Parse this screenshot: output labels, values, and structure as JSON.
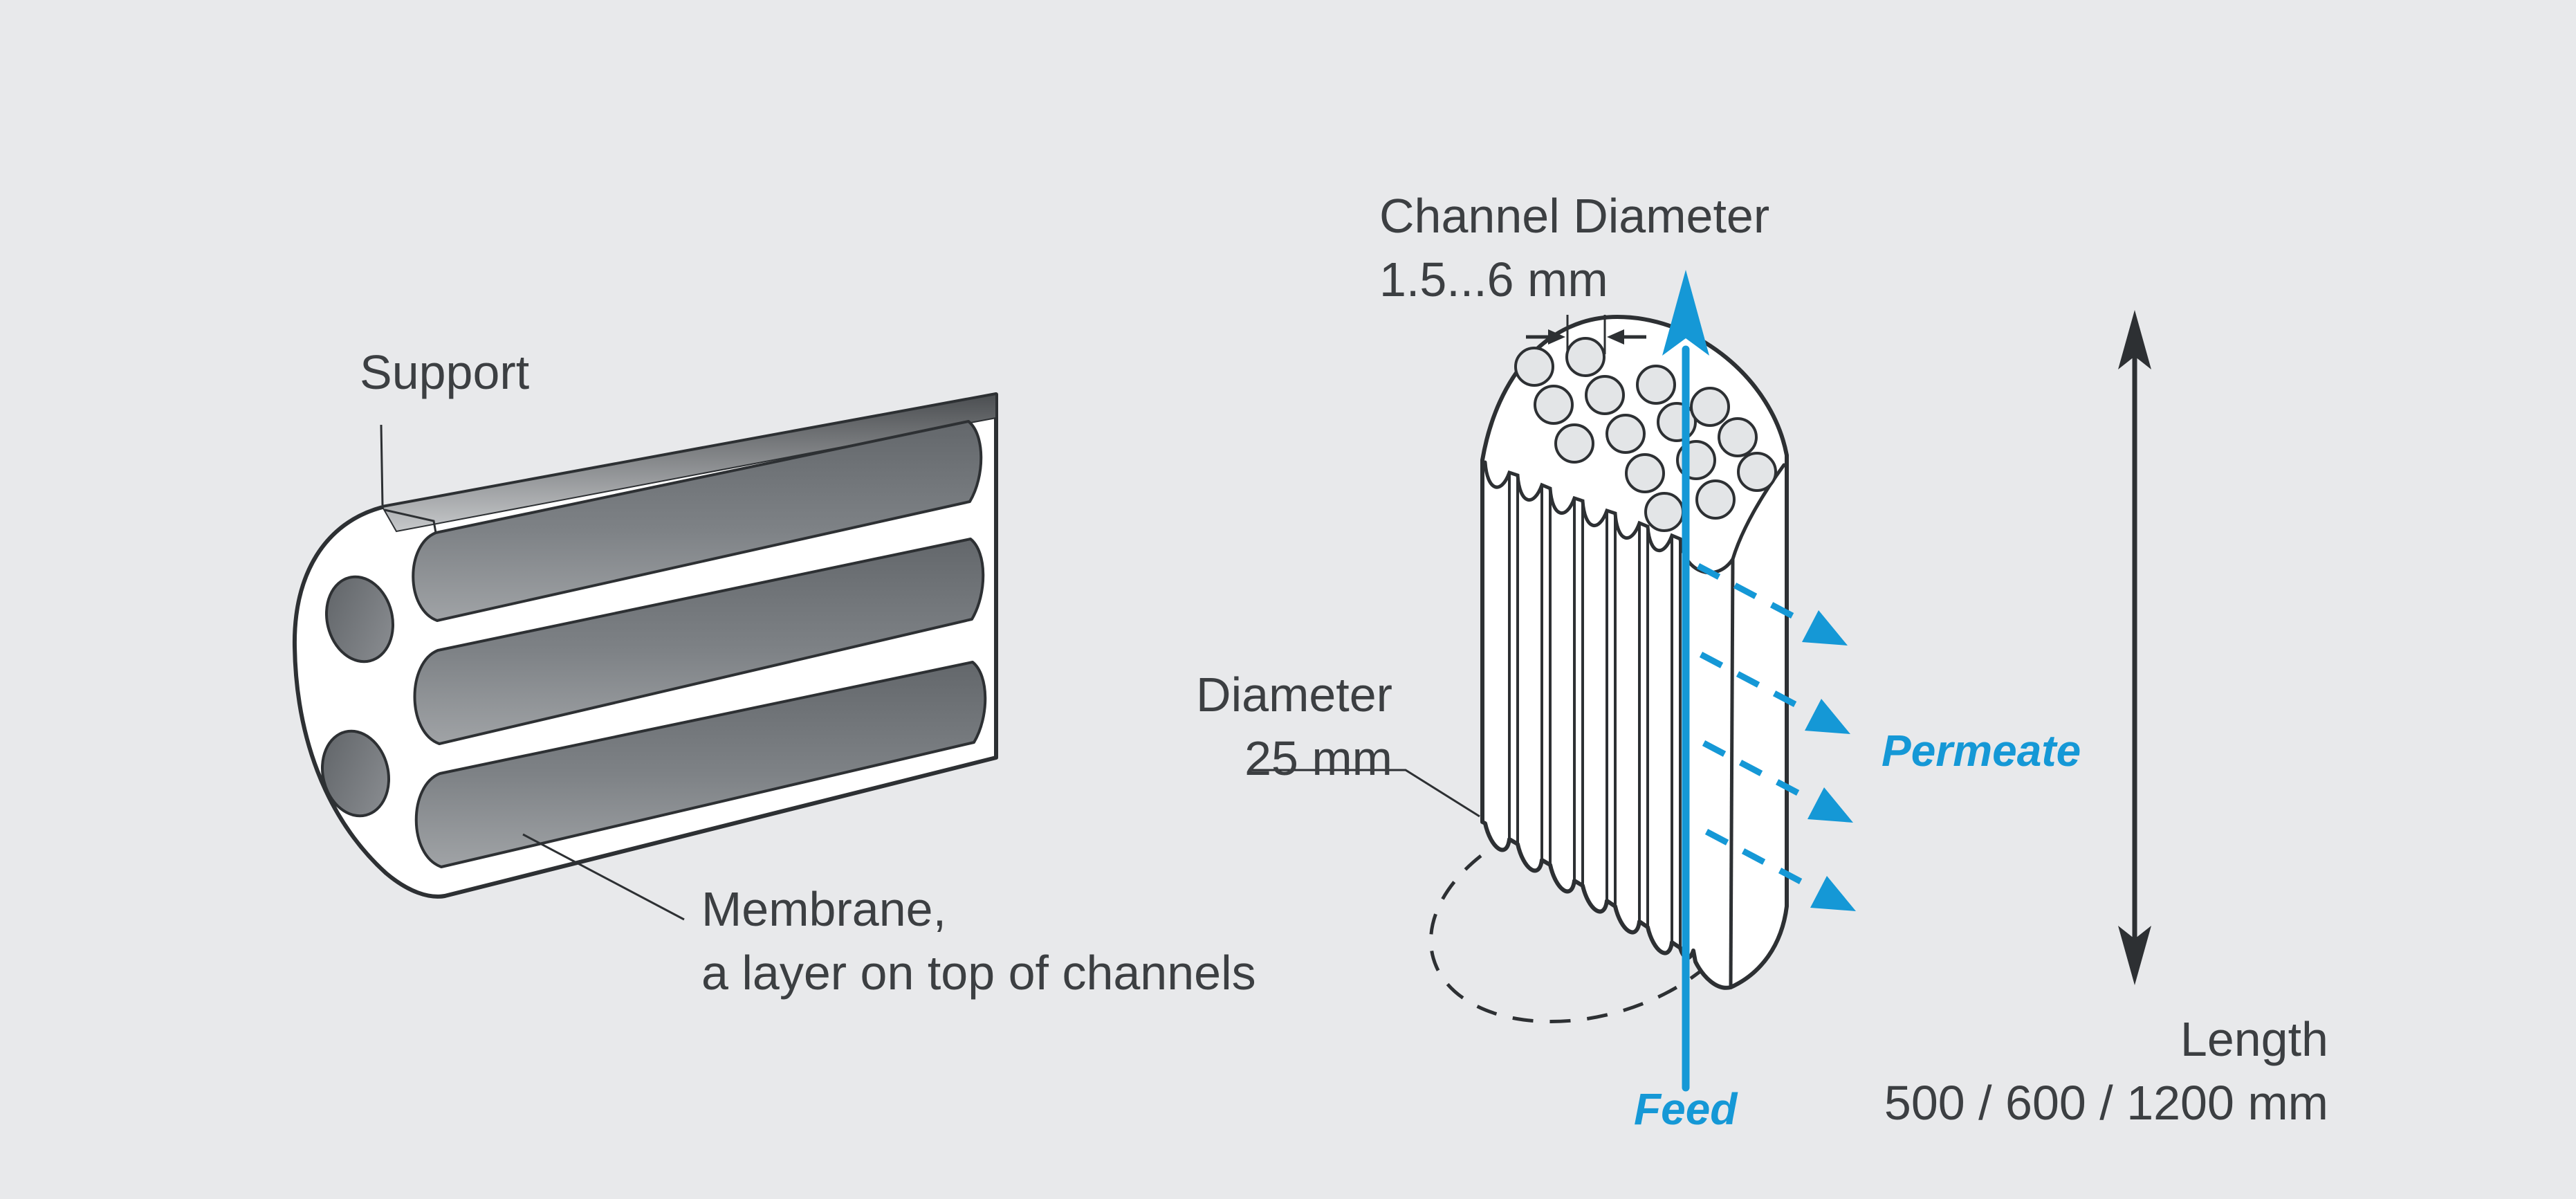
{
  "title": "Multi-channel ceramic membrane element diagram",
  "colors": {
    "background": "#e8e9eb",
    "accent_blue": "#1598d6",
    "outline": "#2d3033",
    "text": "#3c3f42",
    "channel_dark": "#6a6e72",
    "channel_light": "#9fa2a5",
    "body_white": "#ffffff"
  },
  "labels": {
    "support": {
      "text": "Support"
    },
    "membrane": {
      "line1": "Membrane,",
      "line2": "a layer on top of channels"
    },
    "channel_diameter": {
      "line1": "Channel Diameter",
      "line2": "1.5...6 mm"
    },
    "diameter": {
      "line1": "Diameter",
      "line2": "25 mm"
    },
    "length": {
      "line1": "Length",
      "line2": "500 / 600 / 1200 mm"
    },
    "permeate": {
      "text": "Permeate"
    },
    "feed": {
      "text": "Feed"
    }
  },
  "icons": {
    "feed_arrow": "up-arrow-solid-blue",
    "permeate_arrows": "dashed-diagonal-arrows-blue",
    "length_arrow": "vertical-double-headed-arrow",
    "channel_dimension_arrows": "inward-pointing-dimension-arrows",
    "diameter_circle": "dashed-ellipse"
  }
}
